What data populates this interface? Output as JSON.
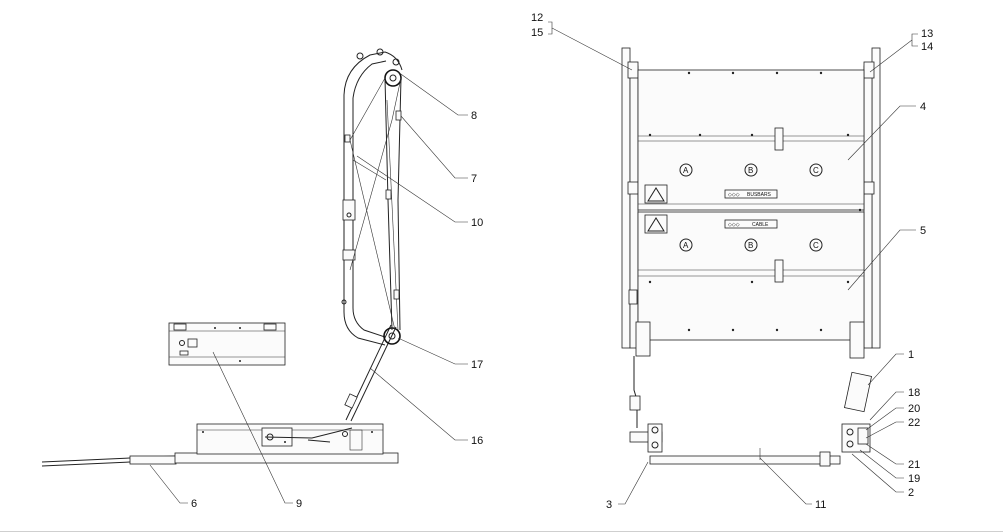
{
  "callouts_left": [
    {
      "id": "c8",
      "text": "8"
    },
    {
      "id": "c7",
      "text": "7"
    },
    {
      "id": "c10",
      "text": "10"
    },
    {
      "id": "c17",
      "text": "17"
    },
    {
      "id": "c16",
      "text": "16"
    },
    {
      "id": "c9",
      "text": "9"
    },
    {
      "id": "c6",
      "text": "6"
    }
  ],
  "callouts_right": [
    {
      "id": "c12",
      "text": "12"
    },
    {
      "id": "c15",
      "text": "15"
    },
    {
      "id": "c13",
      "text": "13"
    },
    {
      "id": "c14",
      "text": "14"
    },
    {
      "id": "c4",
      "text": "4"
    },
    {
      "id": "c5",
      "text": "5"
    },
    {
      "id": "c1",
      "text": "1"
    },
    {
      "id": "c18",
      "text": "18"
    },
    {
      "id": "c20",
      "text": "20"
    },
    {
      "id": "c22",
      "text": "22"
    },
    {
      "id": "c21",
      "text": "21"
    },
    {
      "id": "c19",
      "text": "19"
    },
    {
      "id": "c2",
      "text": "2"
    },
    {
      "id": "c3",
      "text": "3"
    },
    {
      "id": "c11",
      "text": "11"
    }
  ],
  "phase_markers": [
    "A",
    "B",
    "C"
  ],
  "panel_labels": {
    "busbars": "BUSBARS",
    "cable": "CABLE",
    "busbars_prefix": "◇◇◇",
    "cable_prefix": "◇◇◇"
  }
}
